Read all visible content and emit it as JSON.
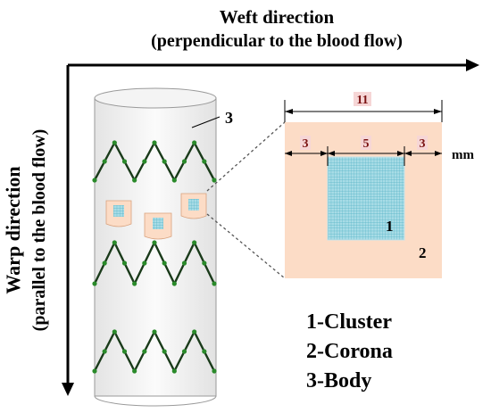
{
  "axes": {
    "weft_title": "Weft direction",
    "weft_subtitle": "(perpendicular to the blood flow)",
    "warp_title": "Warp direction",
    "warp_subtitle": "(parallel to the blood flow)"
  },
  "body_callout": "3",
  "detail": {
    "overall_width": "11",
    "left_margin": "3",
    "cluster_width": "5",
    "right_margin": "3",
    "unit": "mm",
    "cluster_number": "1",
    "corona_number": "2"
  },
  "legend": [
    "1-Cluster",
    "2-Corona",
    "3-Body"
  ],
  "colors": {
    "corona": "#fcdcc6",
    "cluster": "#a8dce6",
    "strut": "#1a3a1a",
    "node": "#2a8a2a",
    "dimension_text": "#7a1212"
  }
}
